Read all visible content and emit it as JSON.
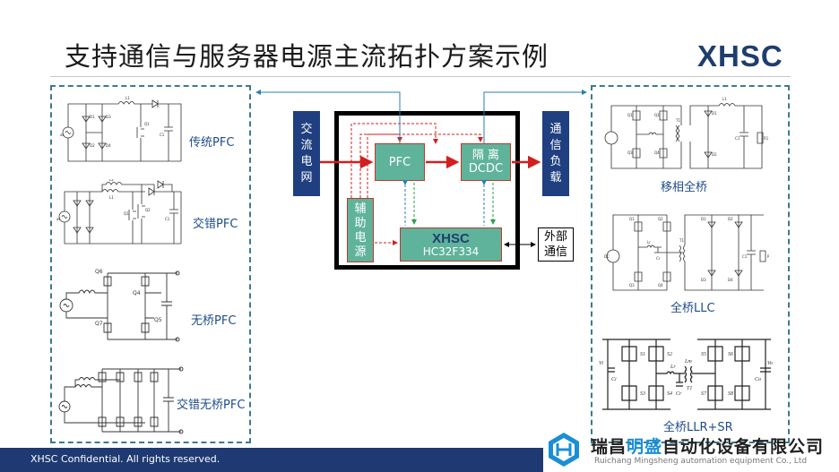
{
  "title": "支持通信与服务器电源主流拓扑方案示例",
  "brand_logo": "XHSC",
  "left_topologies": [
    {
      "label": "传统PFC"
    },
    {
      "label": "交错PFC"
    },
    {
      "label": "无桥PFC"
    },
    {
      "label": "交错无桥PFC"
    }
  ],
  "right_topologies": [
    {
      "label": "移相全桥"
    },
    {
      "label": "全桥LLC"
    },
    {
      "label": "全桥LLR+SR"
    }
  ],
  "center": {
    "ac_input": [
      "交",
      "流",
      "电",
      "网"
    ],
    "output_load": [
      "通",
      "信",
      "负",
      "载"
    ],
    "pfc": "PFC",
    "dcdc_top": "隔 离",
    "dcdc_bottom": "DCDC",
    "aux_power": [
      "辅",
      "助",
      "电",
      "源"
    ],
    "mcu_logo": "XHSC",
    "mcu_part": "HC32F334",
    "ext_comm_top": "外部",
    "ext_comm_bottom": "通信"
  },
  "footer": {
    "confidential": "XHSC Confidential. All rights reserved.",
    "company_zh_a": "瑞昌",
    "company_zh_hl": "明盛",
    "company_zh_b": "自动化设备有限公司",
    "company_en": "Ruichang Mingsheng automation equipment Co., Ltd"
  },
  "colors": {
    "navy": "#1f3f80",
    "teal_green": "#5fb39a",
    "power_arrow": "#d21f1f",
    "panel_border": "#3d7a8c",
    "brand_blue": "#1f3e6e"
  },
  "labels": {
    "ph_fb": [
      "Q1",
      "Q2",
      "Q3",
      "Q4",
      "L1",
      "D1",
      "D2",
      "C1",
      "R1",
      "T1"
    ],
    "llc": [
      "Q1",
      "Q2",
      "Q3",
      "Q4",
      "D1",
      "D2",
      "D3",
      "D4",
      "Lr",
      "Cr",
      "T1",
      "C1",
      "R1",
      "DC"
    ],
    "llr": [
      "S1",
      "S2",
      "S3",
      "S4",
      "S5",
      "S6",
      "S7",
      "S8",
      "Lr",
      "Cr",
      "Lm",
      "T1",
      "Vi",
      "Vo",
      "Ci",
      "Co"
    ],
    "pfc_tradl": [
      "D1",
      "D2",
      "D3",
      "D4",
      "Q1",
      "L1",
      "C1",
      "ac"
    ],
    "pfc_inter": [
      "L1",
      "L2",
      "D1",
      "D2",
      "Q1",
      "Q2",
      "C1",
      "ac"
    ],
    "bridgeless": [
      "Q6",
      "Q4",
      "Q7",
      "Q5"
    ]
  }
}
